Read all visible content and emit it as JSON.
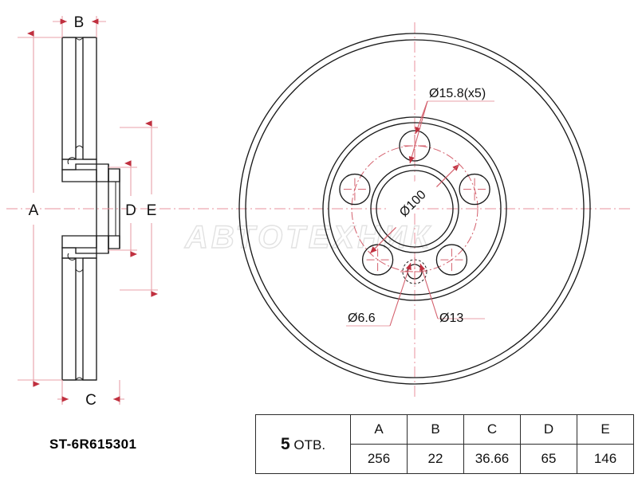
{
  "part": {
    "number": "ST-6R615301"
  },
  "watermark": {
    "text": "АВТОТЕХНИК"
  },
  "section_view": {
    "name": "brake-disc-cross-section",
    "dimension_labels": {
      "a": "A",
      "b": "B",
      "c": "C",
      "d": "D",
      "e": "E"
    }
  },
  "face_view": {
    "name": "brake-disc-face",
    "callouts": {
      "bolt_holes": "Ø15.8(x5)",
      "bolt_circle": "Ø100",
      "small_hole": "Ø6.6",
      "locating_hole": "Ø13"
    }
  },
  "spec_table": {
    "holes_count": "5",
    "holes_label": "ОТВ.",
    "headers": [
      "A",
      "B",
      "C",
      "D",
      "E"
    ],
    "values": [
      "256",
      "22",
      "36.66",
      "65",
      "146"
    ]
  },
  "colors": {
    "object_line": "#1a1a1a",
    "dimension_line": "#e8a0a8",
    "arrow": "#c0303f",
    "centerline": "#e8929c",
    "watermark": "#e2e2e2"
  }
}
